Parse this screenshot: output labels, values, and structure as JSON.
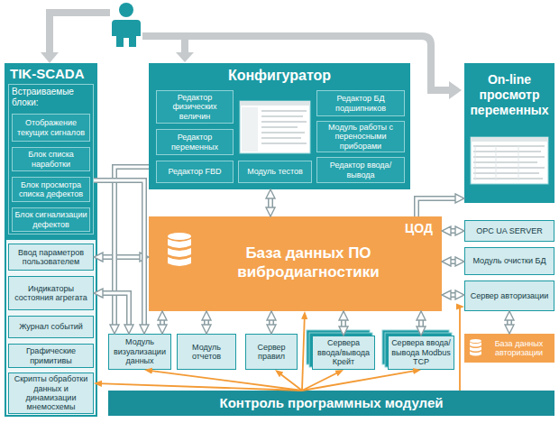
{
  "diagram": {
    "nodes": [
      {
        "text": [
          "TIK-SCADA"
        ]
      },
      {
        "text": [
          "Встраиваемые блоки:"
        ],
        "in": 0
      },
      {
        "text": [
          "Отображение текущих сигналов"
        ],
        "in": 1
      },
      {
        "text": [
          "Блок списка наработки"
        ],
        "in": 1
      },
      {
        "text": [
          "Блок просмотра списка дефектов"
        ],
        "in": 1
      },
      {
        "text": [
          "Блок сигнализации дефектов"
        ],
        "in": 1
      },
      {
        "text": [
          "Ввод параметров пользователем"
        ],
        "in": 0
      },
      {
        "text": [
          "Индикаторы состояния агрегата"
        ],
        "in": 0
      },
      {
        "text": [
          "Журнал событий"
        ],
        "in": 0
      },
      {
        "text": [
          "Графические примитивы"
        ],
        "in": 0
      },
      {
        "text": [
          "Скрипты обработки данных и динамизации мнемосхемы"
        ],
        "in": 0
      },
      {
        "text": [
          "Конфигуратор"
        ]
      },
      {
        "text": [
          "Редактор физических величин"
        ],
        "in": 11
      },
      {
        "text": [
          "Редактор переменных"
        ],
        "in": 11
      },
      {
        "text": [
          "Редактор FBD"
        ],
        "in": 11
      },
      {
        "text": [
          "Модуль тестов"
        ],
        "in": 11
      },
      {
        "text": [
          "Редактор БД подшипников"
        ],
        "in": 11
      },
      {
        "text": [
          "Модуль работы с переносными приборами"
        ],
        "in": 11
      },
      {
        "text": [
          "Редактор ввода/вывода"
        ],
        "in": 11
      },
      {
        "text": [
          "On-line просмотр переменных"
        ]
      },
      {
        "text": [
          "ЦОД",
          "База данных ПО вибродиагностики"
        ]
      },
      {
        "text": [
          "OPC UA SERVER"
        ]
      },
      {
        "text": [
          "Модуль очистки БД"
        ]
      },
      {
        "text": [
          "Сервер авторизации"
        ]
      },
      {
        "text": [
          "Модуль визуализации данных"
        ]
      },
      {
        "text": [
          "Модуль отчетов"
        ]
      },
      {
        "text": [
          "Сервер правил"
        ]
      },
      {
        "text": [
          "Сервера ввода/вывода Крейт"
        ]
      },
      {
        "text": [
          "Сервера ввода/вывода Modbus TCP"
        ]
      },
      {
        "text": [
          "База данных авторизации"
        ]
      },
      {
        "text": [
          "Контроль программных модулей"
        ]
      }
    ],
    "edges": [
      {
        "from": 11,
        "to": 20,
        "arrow": "both"
      },
      {
        "from": 20,
        "to": 6,
        "arrow": "both"
      },
      {
        "from": 20,
        "to": 19,
        "arrow": "to"
      },
      {
        "from": 20,
        "to": 21,
        "arrow": "both"
      },
      {
        "from": 20,
        "to": 22,
        "arrow": "both"
      },
      {
        "from": 20,
        "to": 23,
        "arrow": "both"
      },
      {
        "from": 23,
        "to": 29,
        "arrow": "both"
      },
      {
        "from": 20,
        "to": 24,
        "arrow": "both"
      },
      {
        "from": 20,
        "to": 25,
        "arrow": "both"
      },
      {
        "from": 20,
        "to": 26,
        "arrow": "both"
      },
      {
        "from": 20,
        "to": 27,
        "arrow": "both"
      },
      {
        "from": 20,
        "to": 28,
        "arrow": "both"
      },
      {
        "from": 11,
        "to": 24,
        "arrow": "to"
      },
      {
        "from": 1,
        "to": 24,
        "arrow": "to"
      },
      {
        "from": 7,
        "to": 24,
        "arrow": "both"
      },
      {
        "from": 30,
        "to": 10,
        "arrow": "to"
      },
      {
        "from": 30,
        "to": 24,
        "arrow": "to"
      },
      {
        "from": 30,
        "to": 20,
        "arrow": "to"
      },
      {
        "from": 30,
        "to": 26,
        "arrow": "to"
      },
      {
        "from": 30,
        "to": 27,
        "arrow": "to"
      },
      {
        "from": 30,
        "to": 28,
        "arrow": "to"
      },
      {
        "from": 30,
        "to": 23,
        "arrow": "to"
      }
    ]
  }
}
